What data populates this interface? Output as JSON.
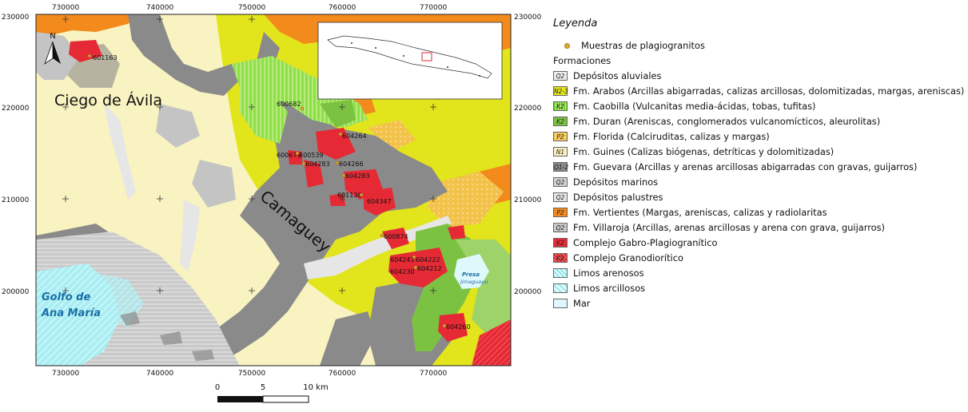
{
  "map": {
    "x_ticks": [
      "730000",
      "740000",
      "750000",
      "760000",
      "770000"
    ],
    "y_ticks": [
      "230000",
      "220000",
      "210000",
      "200000"
    ],
    "place_labels": {
      "ciego": "Ciego de Ávila",
      "camaguey": "Camaguey",
      "golfo_line1": "Golfo de",
      "golfo_line2": "Ana María",
      "presa_line1": "Presa",
      "presa_line2": "Jimaguayú"
    },
    "north_label": "N",
    "samples": [
      "601163",
      "600682",
      "604264",
      "600679",
      "600539",
      "604283",
      "604266",
      "604283",
      "601136",
      "604347",
      "600874",
      "604241",
      "604222",
      "604230",
      "604212",
      "604260"
    ],
    "scale_bar": [
      "0",
      "5",
      "10 km"
    ]
  },
  "legend": {
    "title": "Leyenda",
    "samples_label": "Muestras de plagiogranitos",
    "formations_heading": "Formaciones",
    "items": [
      {
        "code": "Q2",
        "label": "Depósitos aluviales",
        "color": "#ececec"
      },
      {
        "code": "N2-3",
        "label": "Fm. Arabos (Arcillas abigarradas, calizas arcillosas, dolomitizadas, margas, areniscas)",
        "color": "#e2e41c"
      },
      {
        "code": "K2",
        "label": "Fm. Caobilla (Vulcanitas media-ácidas, tobas, tufitas)",
        "color": "#6fd62a"
      },
      {
        "code": "K2",
        "label": "Fm. Duran (Areniscas, conglomerados vulcanomícticos, aleurolitas)",
        "color": "#7cc242"
      },
      {
        "code": "P2",
        "label": "Fm. Florida (Calciruditas, calizas y margas)",
        "color": "#f3c24a"
      },
      {
        "code": "N1",
        "label": "Fm. Guines (Calizas biógenas, detríticas y dolomitizadas)",
        "color": "#f8f3c0"
      },
      {
        "code": "Q1-2",
        "label": "Fm. Guevara (Arcillas y arenas arcillosas abigarradas con gravas, guijarros)",
        "color": "#8a8a8a"
      },
      {
        "code": "Q2",
        "label": "Depósitos marinos",
        "color": "#cfcfcf"
      },
      {
        "code": "Q2",
        "label": "Depósitos palustres",
        "color": "#e6e6e6"
      },
      {
        "code": "P2",
        "label": "Fm. Vertientes (Margas, areniscas, calizas y radiolaritas",
        "color": "#f28a1c"
      },
      {
        "code": "Q2",
        "label": "Fm. Villaroja (Arcillas, arenas arcillosas y arena con grava, guijarros)",
        "color": "#b5b5b5"
      },
      {
        "code": "K2",
        "label": "Complejo Gabro-Plagiogranítico",
        "color": "#e62a35"
      },
      {
        "code": "K2",
        "label": "Complejo Granodiorítico",
        "color": "#d8262e"
      },
      {
        "code": "",
        "label": "Limos arenosos",
        "color": "#a8eef2"
      },
      {
        "code": "",
        "label": "Limos arcillosos",
        "color": "#b8f0f5"
      },
      {
        "code": "",
        "label": "Mar",
        "color": "#dff8fb"
      }
    ]
  }
}
